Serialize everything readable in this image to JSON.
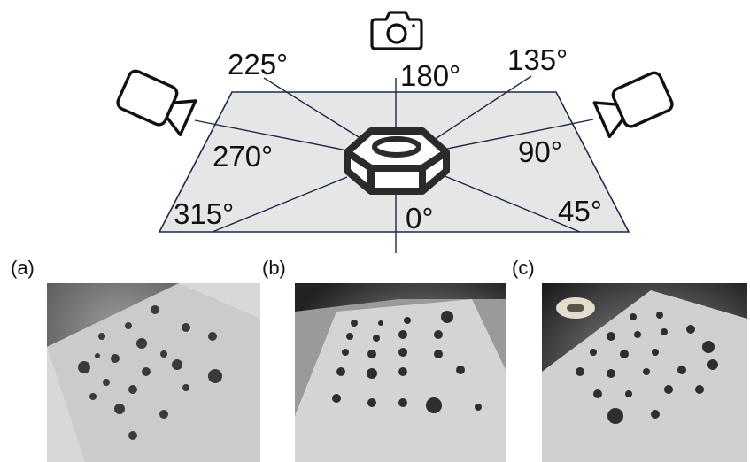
{
  "angles": [
    "0°",
    "45°",
    "90°",
    "135°",
    "180°",
    "225°",
    "270°",
    "315°"
  ],
  "icons": {
    "top": "camera-icon",
    "left": "video-camera-icon",
    "right": "video-camera-icon",
    "center": "hex-nut-icon"
  },
  "colors": {
    "platform_fill": "#e6e6e6",
    "platform_stroke": "#1d2b49",
    "ray_stroke": "#1d2b49",
    "icon_stroke": "#111111"
  },
  "panels": [
    {
      "label": "(a)"
    },
    {
      "label": "(b)"
    },
    {
      "label": "(c)"
    }
  ]
}
